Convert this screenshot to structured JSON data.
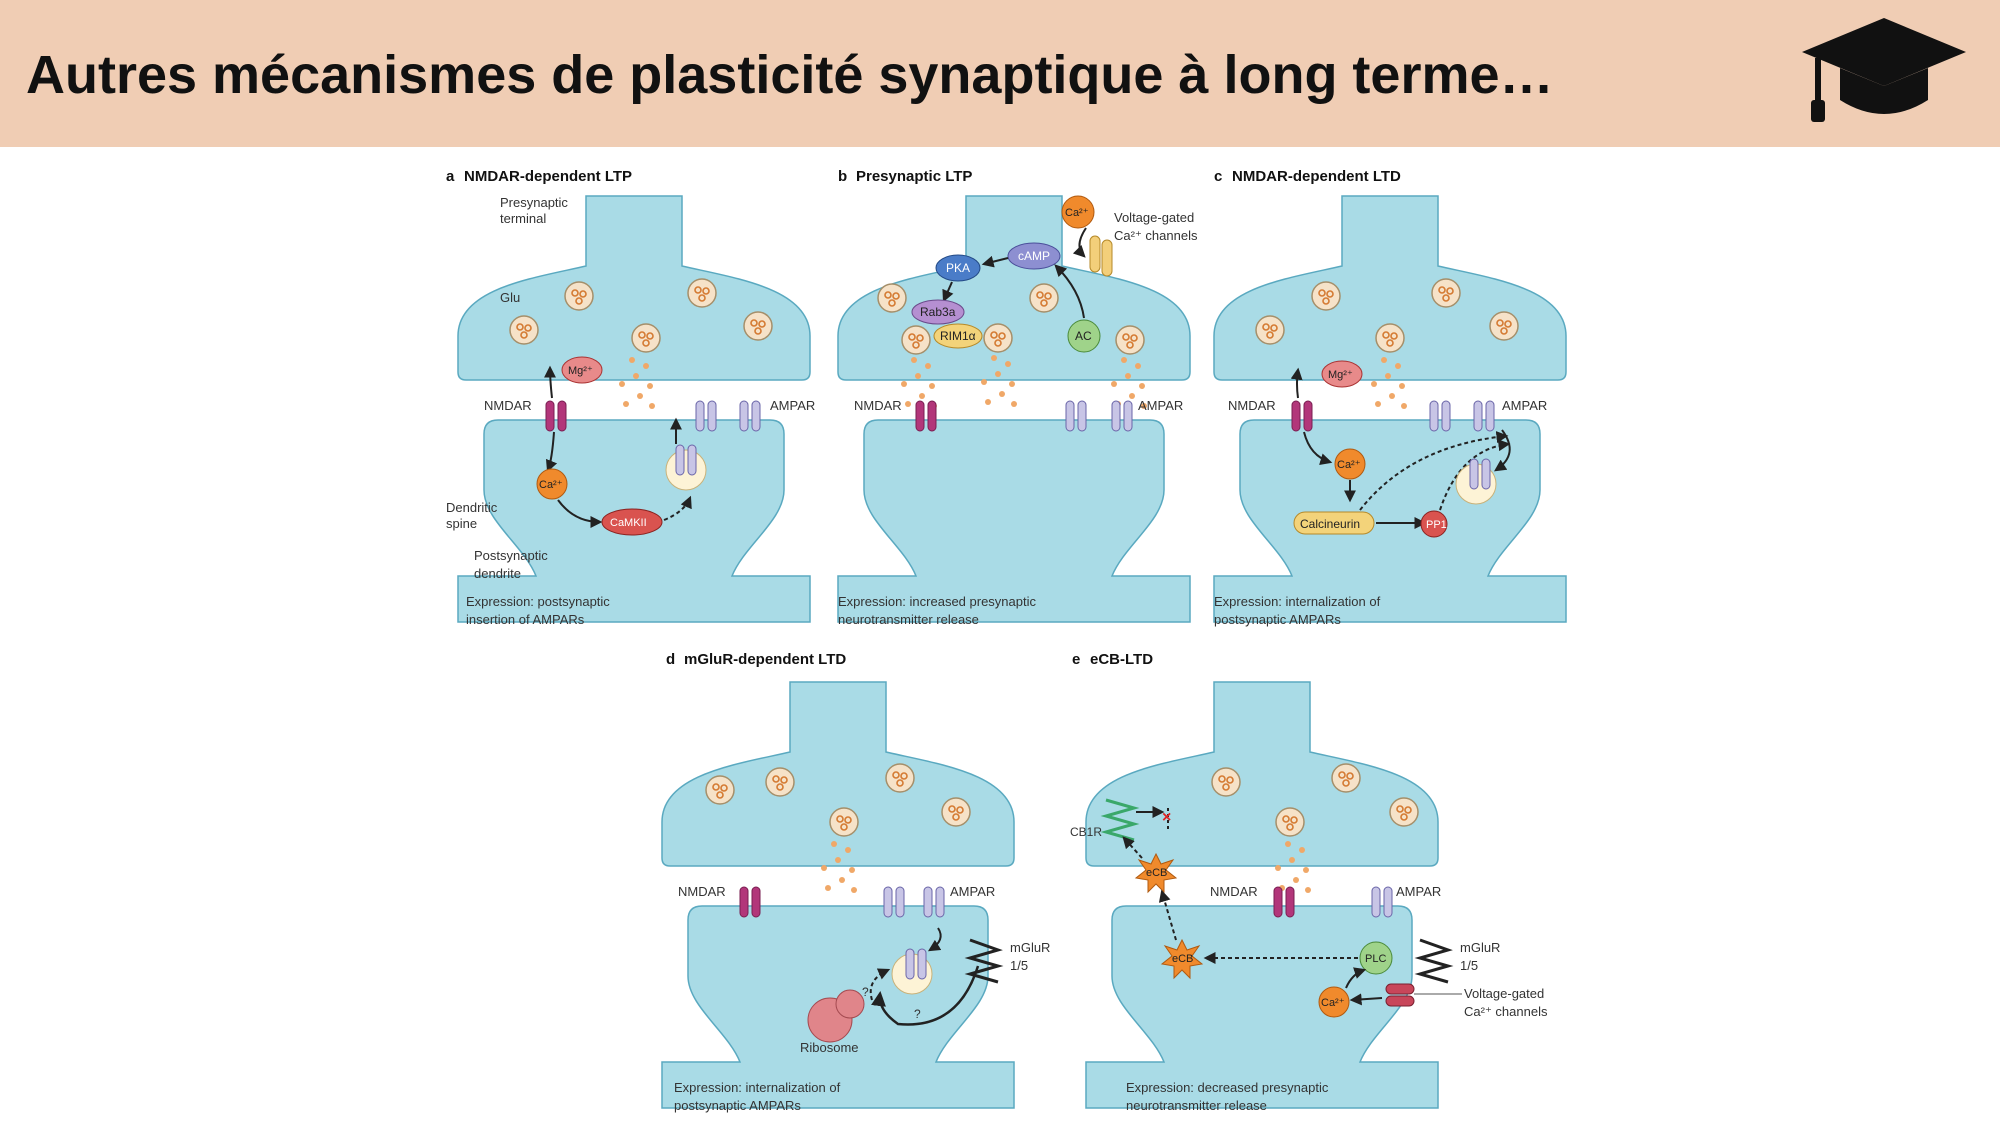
{
  "header": {
    "title": "Autres mécanismes de plasticité synaptique à long terme…",
    "icon": "graduation-cap-icon"
  },
  "colors": {
    "header_bg": "#f0cdb4",
    "membrane": "#a9dbe6",
    "membrane_stroke": "#5aa9c0",
    "nmdar": "#b2367a",
    "ampar": "#9a96c8",
    "calcium": "#f08a2c",
    "vesicle": "#f6e2c8"
  },
  "panels": {
    "a": {
      "letter": "a",
      "title": "NMDAR-dependent LTP",
      "presynaptic_terminal_1": "Presynaptic",
      "presynaptic_terminal_2": "terminal",
      "glu": "Glu",
      "mg": "Mg²⁺",
      "nmdar": "NMDAR",
      "ampar": "AMPAR",
      "ca": "Ca²⁺",
      "camkii": "CaMKII",
      "dendritic_spine_1": "Dendritic",
      "dendritic_spine_2": "spine",
      "postsynaptic_dendrite_1": "Postsynaptic",
      "postsynaptic_dendrite_2": "dendrite",
      "expression_1": "Expression: postsynaptic",
      "expression_2": "insertion of AMPARs"
    },
    "b": {
      "letter": "b",
      "title": "Presynaptic LTP",
      "ca": "Ca²⁺",
      "vgcc_1": "Voltage-gated",
      "vgcc_2": "Ca²⁺ channels",
      "camp": "cAMP",
      "pka": "PKA",
      "rab3a": "Rab3a",
      "rim1a": "RIM1α",
      "ac": "AC",
      "nmdar": "NMDAR",
      "ampar": "AMPAR",
      "expression_1": "Expression: increased presynaptic",
      "expression_2": "neurotransmitter release"
    },
    "c": {
      "letter": "c",
      "title": "NMDAR-dependent LTD",
      "mg": "Mg²⁺",
      "nmdar": "NMDAR",
      "ampar": "AMPAR",
      "ca": "Ca²⁺",
      "calcineurin": "Calcineurin",
      "pp1": "PP1",
      "expression_1": "Expression: internalization of",
      "expression_2": "postsynaptic AMPARs"
    },
    "d": {
      "letter": "d",
      "title": "mGluR-dependent LTD",
      "nmdar": "NMDAR",
      "ampar": "AMPAR",
      "mglur_1": "mGluR",
      "mglur_2": "1/5",
      "ribosome": "Ribosome",
      "q1": "?",
      "q2": "?",
      "expression_1": "Expression: internalization of",
      "expression_2": "postsynaptic AMPARs"
    },
    "e": {
      "letter": "e",
      "title": "eCB-LTD",
      "cb1r": "CB1R",
      "ecb_1": "eCB",
      "ecb_2": "eCB",
      "nmdar": "NMDAR",
      "ampar": "AMPAR",
      "plc": "PLC",
      "mglur_1": "mGluR",
      "mglur_2": "1/5",
      "ca": "Ca²⁺",
      "vgcc_1": "Voltage-gated",
      "vgcc_2": "Ca²⁺ channels",
      "expression_1": "Expression: decreased presynaptic",
      "expression_2": "neurotransmitter release"
    }
  }
}
